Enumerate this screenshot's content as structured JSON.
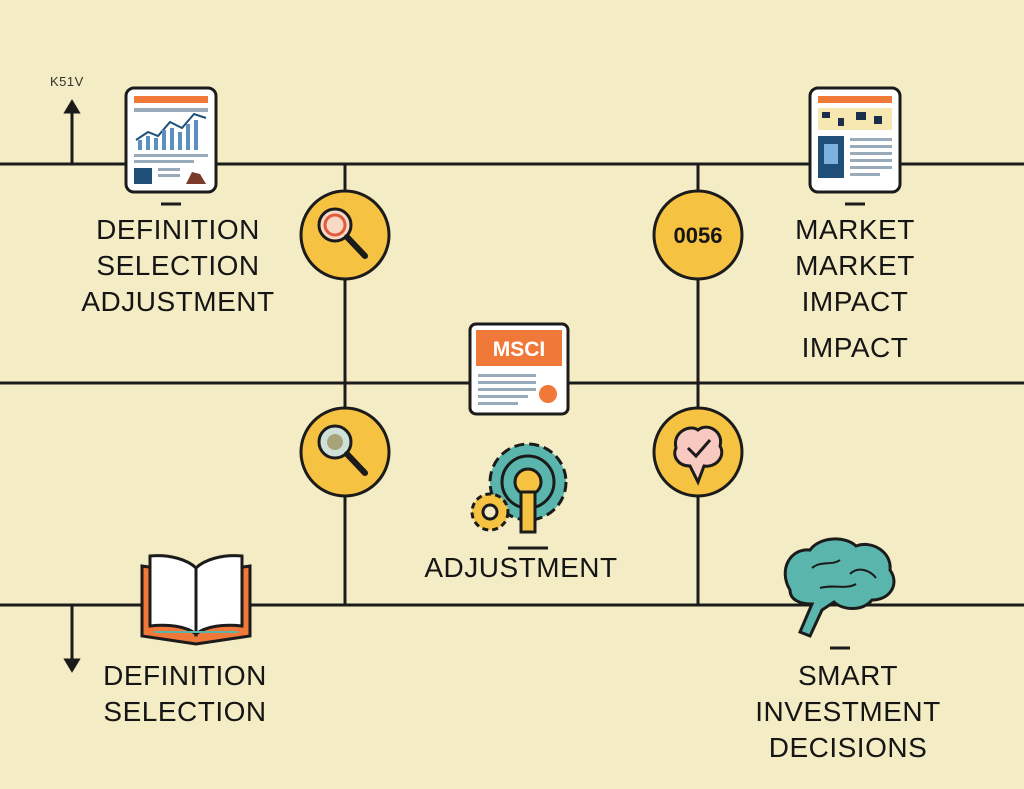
{
  "corner_label": "K51V",
  "labels": {
    "top_left": [
      "DEFINITION",
      "SELECTION",
      "ADJUSTMENT"
    ],
    "top_right": [
      "MARKET",
      "MARKET",
      "IMPACT",
      "IMPACT"
    ],
    "center": "ADJUSTMENT",
    "bottom_left": [
      "DEFINITION",
      "SELECTION"
    ],
    "bottom_right": [
      "SMART",
      "INVESTMENT",
      "DECISIONS"
    ]
  },
  "nodes": {
    "code_node": "0056",
    "msci_card": "MSCI"
  },
  "icons": {
    "top_left_card": "chart-report-icon",
    "top_right_card": "market-report-icon",
    "magnifier_top": "magnifier-icon",
    "magnifier_bottom": "magnifier-icon",
    "gears": "gears-icon",
    "book": "open-book-icon",
    "brain_check": "brain-check-icon",
    "brain": "brain-icon",
    "arrow_up": "arrow-up-icon",
    "arrow_down": "arrow-down-icon"
  },
  "colors": {
    "background": "#f3ecc4",
    "line": "#1b1b1b",
    "node_fill": "#f5c242",
    "accent_orange": "#f0793a",
    "teal": "#5ab6ad",
    "navy": "#1f4e79"
  }
}
